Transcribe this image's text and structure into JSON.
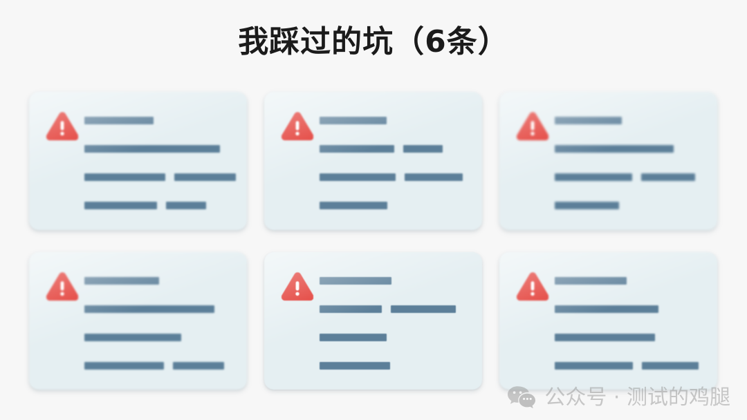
{
  "slide": {
    "title": "我踩过的坑（6条）",
    "background_color": "#f7f7f7",
    "card_color": "#e5eff2",
    "bar_color": "#5c7f99",
    "warning_color": "#e02a23",
    "title_color": "#1b1b1b"
  },
  "cards": [
    {
      "id": "card-1",
      "icon": "warning-triangle-icon",
      "blur": "blur-1",
      "rows": [
        {
          "bars": [
            100
          ]
        },
        {
          "bars": [
            196
          ]
        },
        {
          "bars": [
            118,
            90
          ]
        },
        {
          "bars": [
            105,
            58
          ]
        }
      ]
    },
    {
      "id": "card-2",
      "icon": "warning-triangle-icon",
      "blur": "blur-2",
      "rows": [
        {
          "bars": [
            97
          ]
        },
        {
          "bars": [
            108,
            57
          ]
        },
        {
          "bars": [
            110,
            84
          ]
        },
        {
          "bars": [
            98
          ]
        }
      ]
    },
    {
      "id": "card-3",
      "icon": "warning-triangle-icon",
      "blur": "blur-3",
      "rows": [
        {
          "bars": [
            97
          ]
        },
        {
          "bars": [
            172
          ]
        },
        {
          "bars": [
            112,
            78
          ]
        },
        {
          "bars": [
            93
          ]
        }
      ]
    },
    {
      "id": "card-4",
      "icon": "warning-triangle-icon",
      "blur": "blur-4",
      "rows": [
        {
          "bars": [
            108
          ]
        },
        {
          "bars": [
            188
          ]
        },
        {
          "bars": [
            140
          ]
        },
        {
          "bars": [
            115,
            74
          ]
        }
      ]
    },
    {
      "id": "card-5",
      "icon": "warning-triangle-icon",
      "blur": "blur-5",
      "rows": [
        {
          "bars": [
            104
          ]
        },
        {
          "bars": [
            90,
            94
          ]
        },
        {
          "bars": [
            97
          ]
        },
        {
          "bars": [
            102
          ]
        }
      ]
    },
    {
      "id": "card-6",
      "icon": "warning-triangle-icon",
      "blur": "blur-6",
      "rows": [
        {
          "bars": [
            104
          ]
        },
        {
          "bars": [
            150
          ]
        },
        {
          "bars": [
            145
          ]
        },
        {
          "bars": [
            113,
            82
          ]
        }
      ]
    }
  ],
  "watermark": {
    "icon": "wechat-logo-icon",
    "text": "公众号 · 测试的鸡腿",
    "color": "#9a9a9a"
  }
}
